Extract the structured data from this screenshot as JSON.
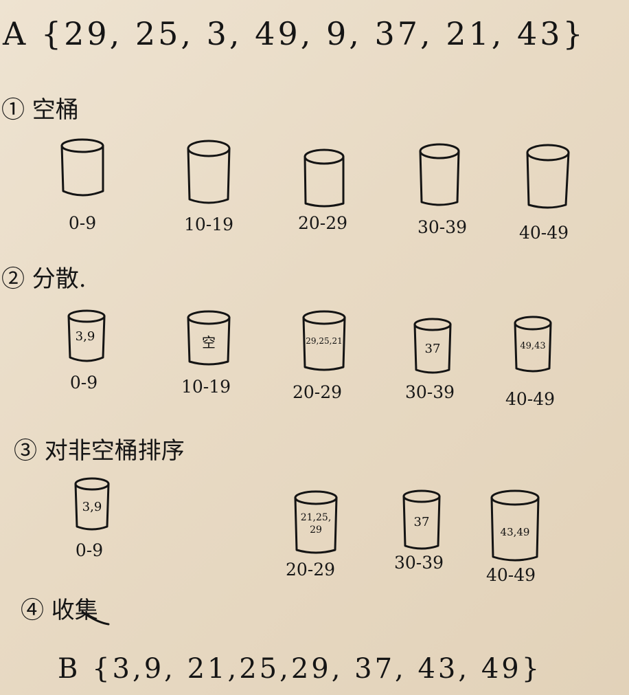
{
  "input_array_label": "A {29, 25, 3, 49, 9, 37, 21, 43}",
  "output_array_label": "B {3,9, 21,25,29, 37, 43, 49}",
  "steps": [
    {
      "title": "① 空桶",
      "buckets": [
        {
          "range": "0-9",
          "content": ""
        },
        {
          "range": "10-19",
          "content": ""
        },
        {
          "range": "20-29",
          "content": ""
        },
        {
          "range": "30-39",
          "content": ""
        },
        {
          "range": "40-49",
          "content": ""
        }
      ]
    },
    {
      "title": "② 分散.",
      "buckets": [
        {
          "range": "0-9",
          "content": "3,9"
        },
        {
          "range": "10-19",
          "content": "空"
        },
        {
          "range": "20-29",
          "content": "29,25,21"
        },
        {
          "range": "30-39",
          "content": "37"
        },
        {
          "range": "40-49",
          "content": "49,43"
        }
      ]
    },
    {
      "title": "③ 对非空桶排序",
      "buckets": [
        {
          "range": "0-9",
          "content": "3,9"
        },
        {
          "range": "20-29",
          "content": "21,25,\n29"
        },
        {
          "range": "30-39",
          "content": "37"
        },
        {
          "range": "40-49",
          "content": "43,49"
        }
      ]
    },
    {
      "title": "④ 收集",
      "buckets": []
    }
  ]
}
